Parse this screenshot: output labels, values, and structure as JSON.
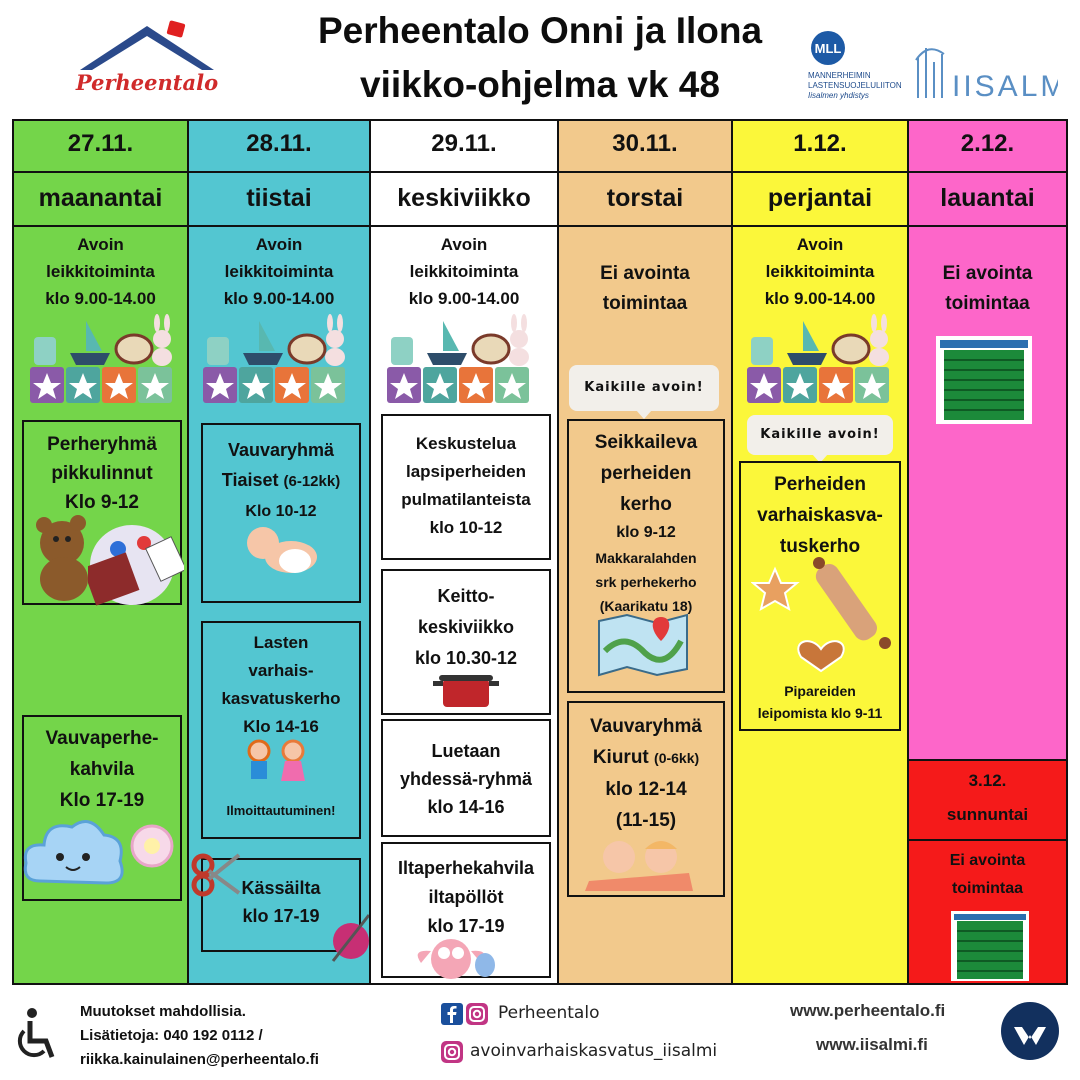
{
  "header": {
    "title_line1": "Perheentalo Onni ja Ilona",
    "title_line2": "viikko-ohjelma vk 48",
    "logo_text": "Perheentalo",
    "mll_badge": "MLL",
    "mll_line1": "MANNERHEIMIN",
    "mll_line2": "LASTENSUOJELULIITON",
    "mll_line3": "Iisalmen yhdistys",
    "city_logo": "IISALMI"
  },
  "colors": {
    "monday": "#74d54a",
    "tuesday": "#53c6d1",
    "wednesday": "#ffffff",
    "thursday": "#f2c98c",
    "friday": "#fbf73a",
    "saturday": "#fd66c9",
    "sunday": "#f51a1a"
  },
  "days": [
    {
      "date": "27.11.",
      "name": "maanantai"
    },
    {
      "date": "28.11.",
      "name": "tiistai"
    },
    {
      "date": "29.11.",
      "name": "keskiviikko"
    },
    {
      "date": "30.11.",
      "name": "torstai"
    },
    {
      "date": "1.12.",
      "name": "perjantai"
    },
    {
      "date": "2.12.",
      "name": "lauantai"
    }
  ],
  "open_play": {
    "line1": "Avoin",
    "line2": "leikkitoiminta",
    "line3": "klo 9.00-14.00"
  },
  "closed": {
    "line1": "Ei avointa",
    "line2": "toimintaa"
  },
  "bubble_text": "Kaikille avoin!",
  "monday": {
    "box1": {
      "l1": "Perheryhmä",
      "l2": "pikkulinnut",
      "l3": "Klo 9-12"
    },
    "box2": {
      "l1": "Vauvaperhe-",
      "l2": "kahvila",
      "l3": "Klo 17-19"
    }
  },
  "tuesday": {
    "box1": {
      "l1": "Vauvaryhmä",
      "l2": "Tiaiset",
      "l2b": "(6-12kk)",
      "l3": "Klo 10-12"
    },
    "box2": {
      "l1": "Lasten",
      "l2": "varhais-",
      "l3": "kasvatuskerho",
      "l4": "Klo 14-16",
      "note": "Ilmoittautuminen!"
    },
    "box3": {
      "l1": "Kässäilta",
      "l2": "klo 17-19"
    }
  },
  "wednesday": {
    "box1": {
      "l1": "Keskustelua",
      "l2": "lapsiperheiden",
      "l3": "pulmatilanteista",
      "l4": "klo 10-12"
    },
    "box2": {
      "l1": "Keitto-",
      "l2": "keskiviikko",
      "l3": "klo 10.30-12"
    },
    "box3": {
      "l1": "Luetaan",
      "l2": "yhdessä-ryhmä",
      "l3": "klo 14-16"
    },
    "box4": {
      "l1": "Iltaperhekahvila",
      "l2": "iltapöllöt",
      "l3": "klo 17-19"
    }
  },
  "thursday": {
    "box1": {
      "l1": "Seikkaileva",
      "l2": "perheiden",
      "l3": "kerho",
      "l4": "klo 9-12",
      "l5": "Makkaralahden",
      "l6": "srk perhekerho",
      "l7": "(Kaarikatu 18)"
    },
    "box2": {
      "l1": "Vauvaryhmä",
      "l2": "Kiurut",
      "l2b": "(0-6kk)",
      "l3": "klo 12-14",
      "l4": "(11-15)"
    }
  },
  "friday": {
    "box1": {
      "l1": "Perheiden",
      "l2": "varhaiskasva-",
      "l3": "tuskerho",
      "l4": "Pipareiden",
      "l5": "leipomista klo 9-11"
    }
  },
  "sunday": {
    "date": "3.12.",
    "name": "sunnuntai"
  },
  "footer": {
    "changes": "Muutokset mahdollisia.",
    "info": "Lisätietoja: 040 192 0112 /",
    "email": "riikka.kainulainen@perheentalo.fi",
    "facebook": "Perheentalo",
    "instagram": "avoinvarhaiskasvatus_iisalmi",
    "web1": "www.perheentalo.fi",
    "web2": "www.iisalmi.fi"
  },
  "icons": [
    "house-logo-icon",
    "toys-icon",
    "teddy-bear-icon",
    "paint-palette-icon",
    "baby-icon",
    "kids-icon",
    "scissors-icon",
    "yarn-icon",
    "cloud-icon",
    "pacifier-icon",
    "pot-icon",
    "owl-icon",
    "map-icon",
    "babies-icon",
    "gingerbread-icon",
    "rolling-pin-icon",
    "garage-icon",
    "wheelchair-icon",
    "facebook-icon",
    "instagram-icon",
    "finland-emblem-icon"
  ]
}
